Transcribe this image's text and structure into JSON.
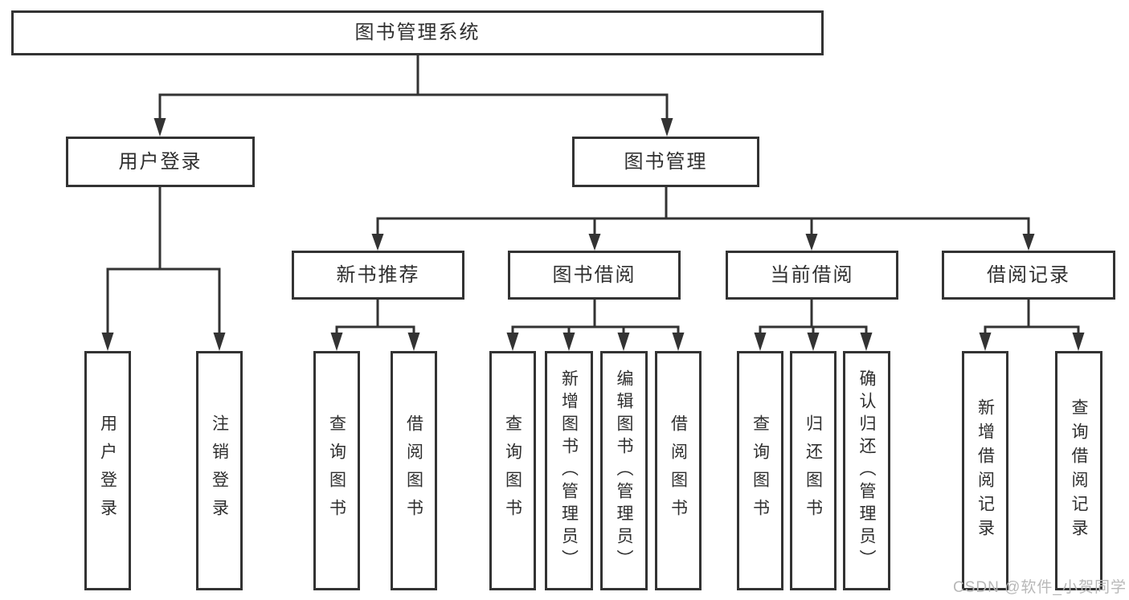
{
  "tree": {
    "root": {
      "label": "图书管理系统"
    },
    "level2": [
      {
        "label": "用户登录"
      },
      {
        "label": "图书管理"
      }
    ],
    "user_login_children": [
      {
        "label": "用户登录"
      },
      {
        "label": "注销登录"
      }
    ],
    "book_mgmt_children": [
      {
        "label": "新书推荐",
        "children": [
          {
            "label": "查询图书"
          },
          {
            "label": "借阅图书"
          }
        ]
      },
      {
        "label": "图书借阅",
        "children": [
          {
            "label": "查询图书"
          },
          {
            "label": "新增图书（管理员）"
          },
          {
            "label": "编辑图书（管理员）"
          },
          {
            "label": "借阅图书"
          }
        ]
      },
      {
        "label": "当前借阅",
        "children": [
          {
            "label": "查询图书"
          },
          {
            "label": "归还图书"
          },
          {
            "label": "确认归还（管理员）"
          }
        ]
      },
      {
        "label": "借阅记录",
        "children": [
          {
            "label": "新增借阅记录"
          },
          {
            "label": "查询借阅记录"
          }
        ]
      }
    ]
  },
  "watermark": {
    "text": "CSDN @软件_小贺同学"
  },
  "colors": {
    "line": "#333333",
    "box_border": "#333333",
    "text": "#2f2f2f",
    "watermark": "#b8b8b8",
    "background": "#ffffff"
  }
}
